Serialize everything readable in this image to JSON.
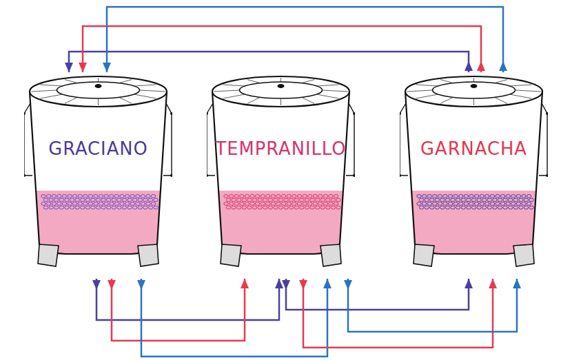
{
  "diagram": {
    "nodes": [
      {
        "text": [
          "GRACIANO"
        ]
      },
      {
        "text": [
          "TEMPRANILLO"
        ]
      },
      {
        "text": [
          "GARNACHA"
        ]
      }
    ],
    "edges": [
      {
        "from": 2,
        "to": 0,
        "arrow": "both"
      },
      {
        "from": 2,
        "to": 0,
        "arrow": "both"
      },
      {
        "from": 2,
        "to": 0,
        "arrow": "both"
      },
      {
        "from": 0,
        "to": 1,
        "arrow": "both"
      },
      {
        "from": 0,
        "to": 1,
        "arrow": "both"
      },
      {
        "from": 0,
        "to": 1,
        "arrow": "both"
      },
      {
        "from": 1,
        "to": 2,
        "arrow": "both"
      },
      {
        "from": 1,
        "to": 2,
        "arrow": "both"
      },
      {
        "from": 1,
        "to": 2,
        "arrow": "both"
      }
    ]
  }
}
